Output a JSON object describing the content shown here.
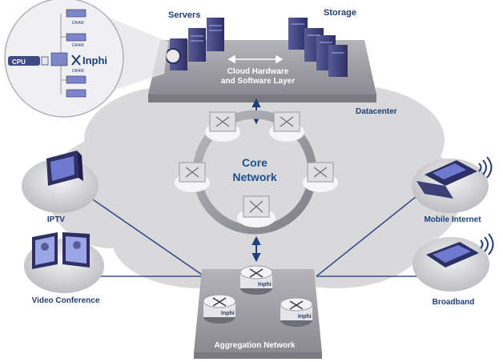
{
  "labels": {
    "servers": "Servers",
    "storage": "Storage",
    "cloud_layer_line1": "Cloud Hardware",
    "cloud_layer_line2": "and Software Layer",
    "datacenter": "Datacenter",
    "core_line1": "Core",
    "core_line2": "Network",
    "iptv": "IPTV",
    "video_conference": "Video Conference",
    "mobile_internet": "Mobile Internet",
    "broadband": "Broadband",
    "aggregation": "Aggregation Network"
  },
  "inset": {
    "cpu": "CPU",
    "brand": "Inphi",
    "dram": "DRAM"
  },
  "colors": {
    "accent": "#1f3f7a",
    "cloud": "#d9d9dc",
    "platform": "#9a9aa0",
    "link": "#3a4f8a"
  }
}
